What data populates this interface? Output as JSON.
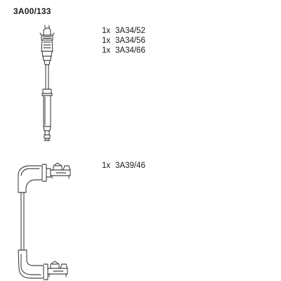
{
  "set_number": "3A00/133",
  "groups": [
    {
      "items": [
        {
          "qty": "1x",
          "part": "3A34/52"
        },
        {
          "qty": "1x",
          "part": "3A34/56"
        },
        {
          "qty": "1x",
          "part": "3A34/66"
        }
      ]
    },
    {
      "items": [
        {
          "qty": "1x",
          "part": "3A39/46"
        }
      ]
    }
  ],
  "colors": {
    "line": "#1a1a1a",
    "background": "#ffffff"
  }
}
